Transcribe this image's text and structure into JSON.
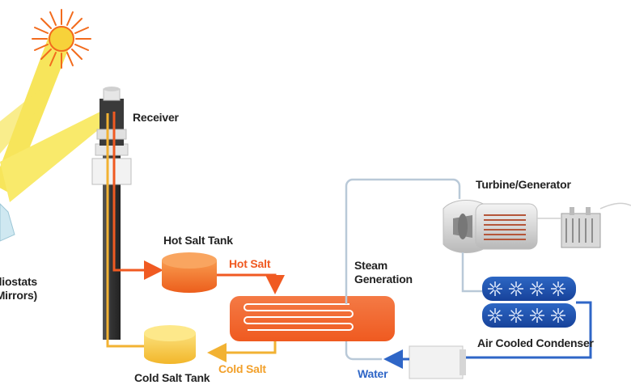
{
  "labels": {
    "receiver": "Receiver",
    "heliostats_line1": "Heliostats",
    "heliostats_line2": "(Mirrors)",
    "hot_salt_tank": "Hot Salt Tank",
    "hot_salt": "Hot Salt",
    "steam_line1": "Steam",
    "steam_line2": "Generation",
    "turbine_generator": "Turbine/Generator",
    "air_cooled_condenser": "Air Cooled Condenser",
    "cold_salt": "Cold Salt",
    "cold_salt_tank": "Cold Salt Tank",
    "water": "Water"
  },
  "colors": {
    "hot_salt": "#f05a22",
    "cold_salt": "#f2b233",
    "water": "#2f66c7",
    "steam": "#b9c9d8",
    "sun": "#f26b1d",
    "sunbeam": "#f7e34a",
    "tower": "#3d3d3d",
    "condenser": "#1f4fa6"
  },
  "icons": {
    "sun": "sun-icon",
    "fan": "fan-icon"
  }
}
